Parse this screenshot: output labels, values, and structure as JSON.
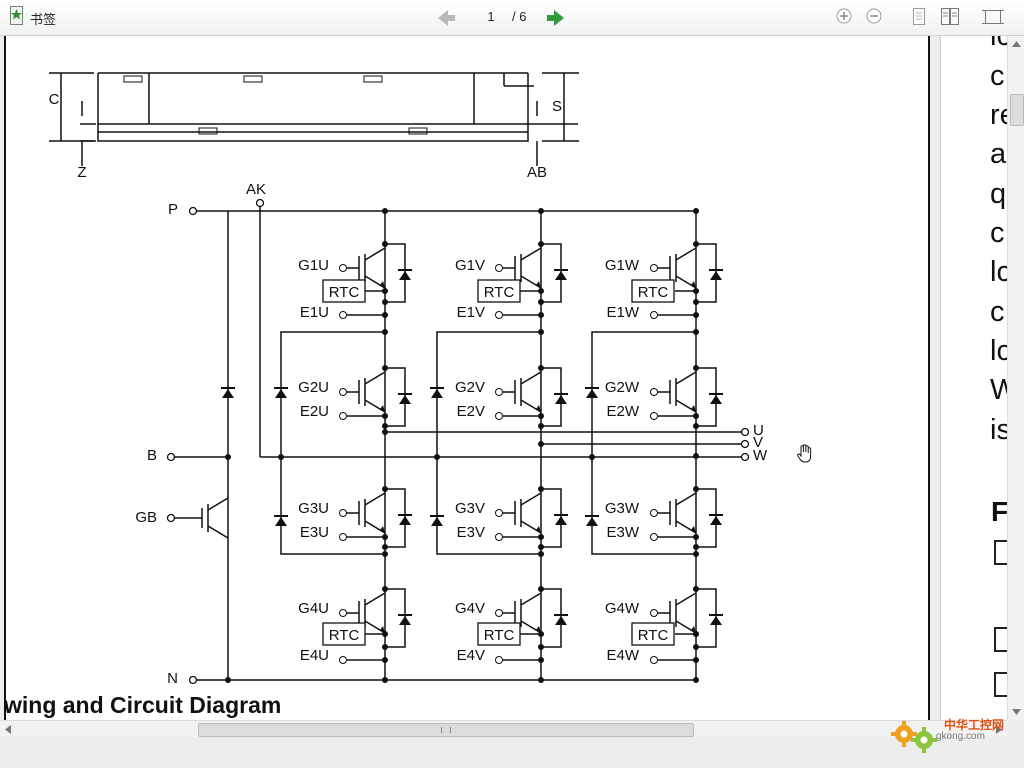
{
  "toolbar": {
    "bookmark_label": "书签",
    "current_page": "1",
    "page_total": "/ 6"
  },
  "diagram": {
    "dim_labels": {
      "c": "C",
      "z": "Z",
      "s": "S",
      "ab": "AB"
    },
    "terminals": {
      "p": "P",
      "ak": "AK",
      "b": "B",
      "gb": "GB",
      "n": "N",
      "u": "U",
      "v": "V",
      "w": "W"
    },
    "rtc": "RTC",
    "labels": {
      "g1u": "G1U",
      "e1u": "E1U",
      "g1v": "G1V",
      "e1v": "E1V",
      "g1w": "G1W",
      "e1w": "E1W",
      "g2u": "G2U",
      "e2u": "E2U",
      "g2v": "G2V",
      "e2v": "E2V",
      "g2w": "G2W",
      "e2w": "E2W",
      "g3u": "G3U",
      "e3u": "E3U",
      "g3v": "G3V",
      "e3v": "E3V",
      "g3w": "G3W",
      "e3w": "E3W",
      "g4u": "G4U",
      "e4u": "E4U",
      "g4v": "G4V",
      "e4v": "E4V",
      "g4w": "G4W",
      "e4w": "E4W"
    }
  },
  "caption": "wing and Circuit Diagram",
  "next_page": {
    "fragments": [
      "lc",
      "c",
      "re",
      "a",
      "q",
      "c",
      "lc",
      "c",
      "lc",
      "W",
      "is"
    ],
    "heading": "F"
  },
  "watermark": {
    "name": "中华工控网",
    "url": "gkong.com"
  }
}
